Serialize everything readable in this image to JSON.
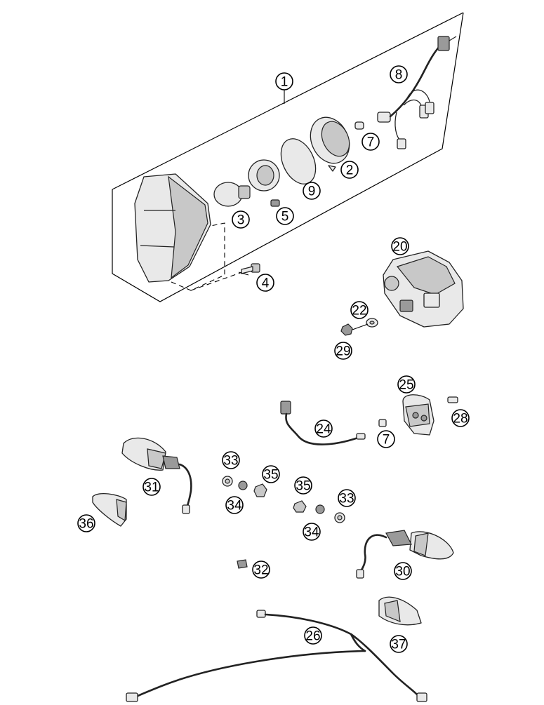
{
  "diagram": {
    "callouts": [
      {
        "id": "c1",
        "label": "1"
      },
      {
        "id": "c2",
        "label": "2"
      },
      {
        "id": "c3",
        "label": "3"
      },
      {
        "id": "c4",
        "label": "4"
      },
      {
        "id": "c5",
        "label": "5"
      },
      {
        "id": "c7a",
        "label": "7"
      },
      {
        "id": "c8",
        "label": "8"
      },
      {
        "id": "c9",
        "label": "9"
      },
      {
        "id": "c20",
        "label": "20"
      },
      {
        "id": "c22",
        "label": "22"
      },
      {
        "id": "c29",
        "label": "29"
      },
      {
        "id": "c25",
        "label": "25"
      },
      {
        "id": "c28",
        "label": "28"
      },
      {
        "id": "c24",
        "label": "24"
      },
      {
        "id": "c7b",
        "label": "7"
      },
      {
        "id": "c33a",
        "label": "33"
      },
      {
        "id": "c35a",
        "label": "35"
      },
      {
        "id": "c34a",
        "label": "34"
      },
      {
        "id": "c31",
        "label": "31"
      },
      {
        "id": "c36",
        "label": "36"
      },
      {
        "id": "c35b",
        "label": "35"
      },
      {
        "id": "c33b",
        "label": "33"
      },
      {
        "id": "c34b",
        "label": "34"
      },
      {
        "id": "c32",
        "label": "32"
      },
      {
        "id": "c30",
        "label": "30"
      },
      {
        "id": "c26",
        "label": "26"
      },
      {
        "id": "c37",
        "label": "37"
      }
    ]
  }
}
